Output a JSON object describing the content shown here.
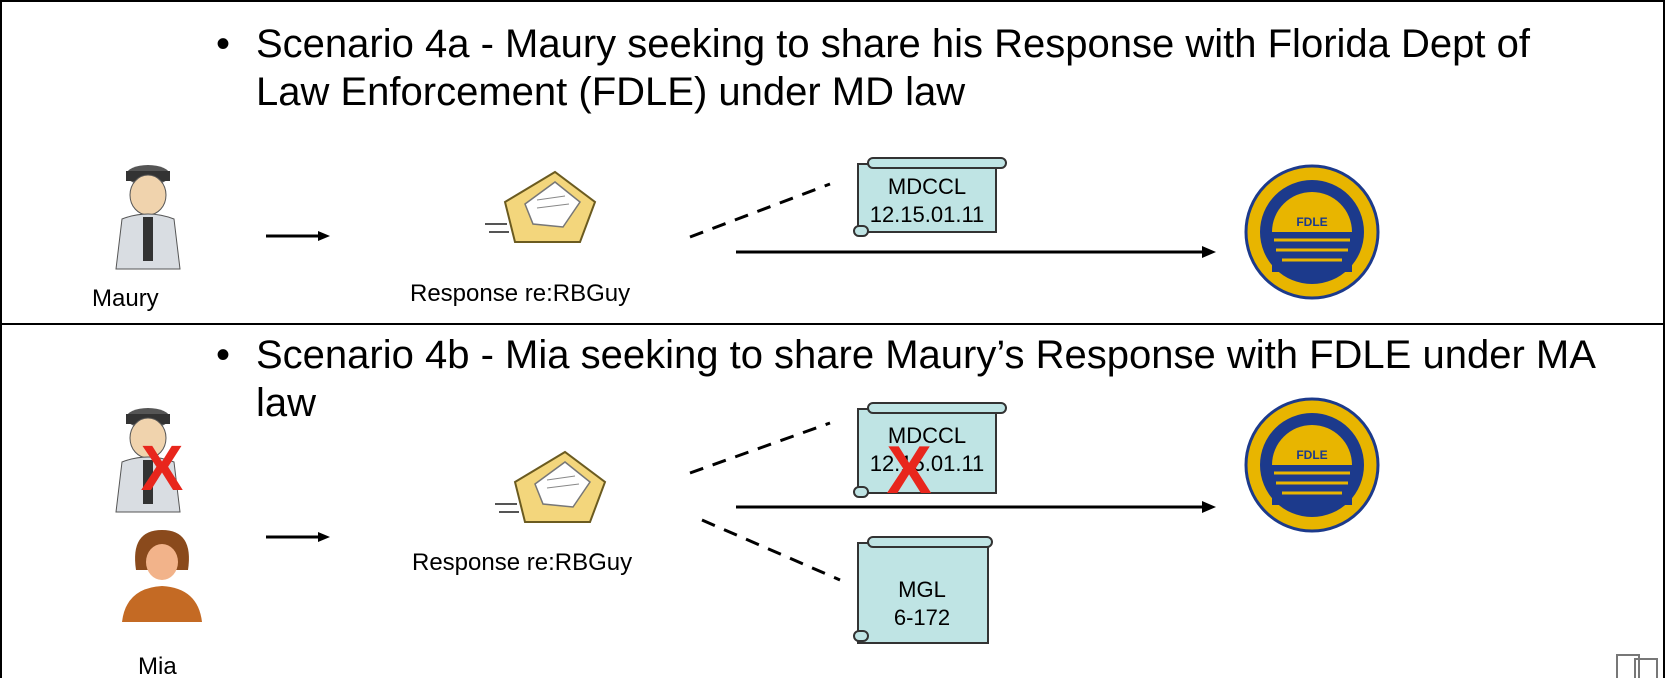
{
  "scenario_a": {
    "title": "Scenario 4a - Maury seeking to share his Response with Florida Dept of Law Enforcement (FDLE) under MD law",
    "person_label": "Maury",
    "message_label": "Response re:RBGuy",
    "law_scroll": {
      "line1": "MDCCL",
      "line2": "12.15.01.11"
    },
    "seal_text": "FDLE"
  },
  "scenario_b": {
    "title": "Scenario 4b - Mia seeking to share Maury’s Response with FDLE under MA law",
    "person_label": "Mia",
    "message_label": "Response re:RBGuy",
    "law_scroll_1": {
      "line1": "MDCCL",
      "line2": "12.15.01.11"
    },
    "law_scroll_2": {
      "line1": "MGL",
      "line2": "6-172"
    },
    "seal_text": "FDLE",
    "cross_mark": "X"
  },
  "colors": {
    "scroll_fill": "#bfe4e4",
    "cross": "#e8261c",
    "seal_blue": "#1c3a8c",
    "seal_gold": "#e8b500"
  }
}
